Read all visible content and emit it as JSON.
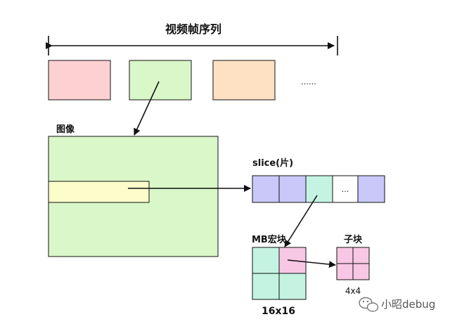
{
  "colors": {
    "frame_red": "#fdd1d1",
    "frame_green": "#d9f7c8",
    "frame_orange": "#fde1c2",
    "image_fill": "#d9f7c8",
    "strip_fill": "#fdfccb",
    "slice_purple": "#c9c8f9",
    "slice_teal": "#c4f3e1",
    "mb_teal": "#c4f3e1",
    "mb_pink": "#f8c7e3",
    "stroke": "#111111"
  },
  "labels": {
    "sequence_title": "视频帧序列",
    "frames_ellipsis": "……",
    "image_title": "图像",
    "slice_title": "slice(片)",
    "slice_ellipsis": "...",
    "mb_title": "MB宏块",
    "mb_size": "16x16",
    "sub_title": "子块",
    "sub_size": "4x4",
    "watermark": "小昭debug"
  }
}
